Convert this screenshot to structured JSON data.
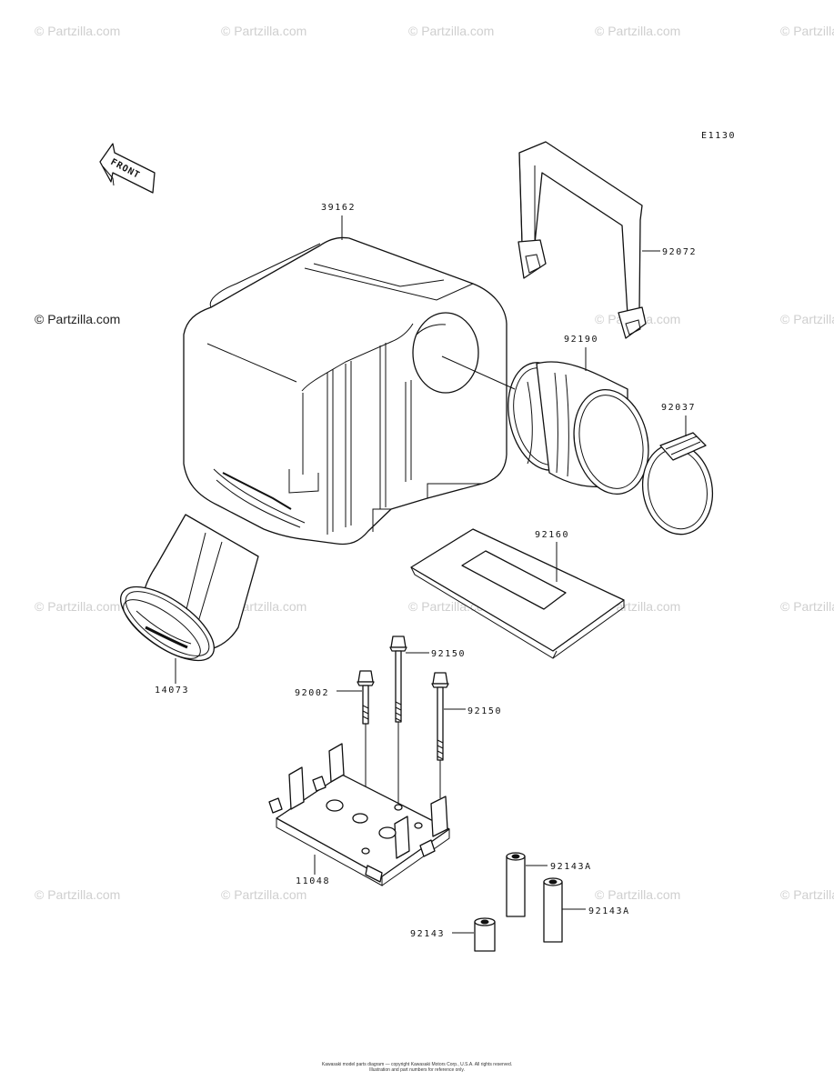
{
  "diagram": {
    "code": "E1130",
    "front_label": "FRONT",
    "labels": {
      "p39162": "39162",
      "p92072": "92072",
      "p92190": "92190",
      "p92037": "92037",
      "p92160": "92160",
      "p14073": "14073",
      "p92150a": "92150",
      "p92002": "92002",
      "p92150b": "92150",
      "p11048": "11048",
      "p92143A_a": "92143A",
      "p92143A_b": "92143A",
      "p92143": "92143"
    }
  },
  "watermarks": {
    "text": "© Partzilla.com",
    "strong_text": "© Partzilla.com"
  },
  "footer": {
    "line1": "Kawasaki model parts diagram — copyright Kawasaki Motors Corp., U.S.A. All rights reserved.",
    "line2": "Illustration and part numbers for reference only."
  }
}
